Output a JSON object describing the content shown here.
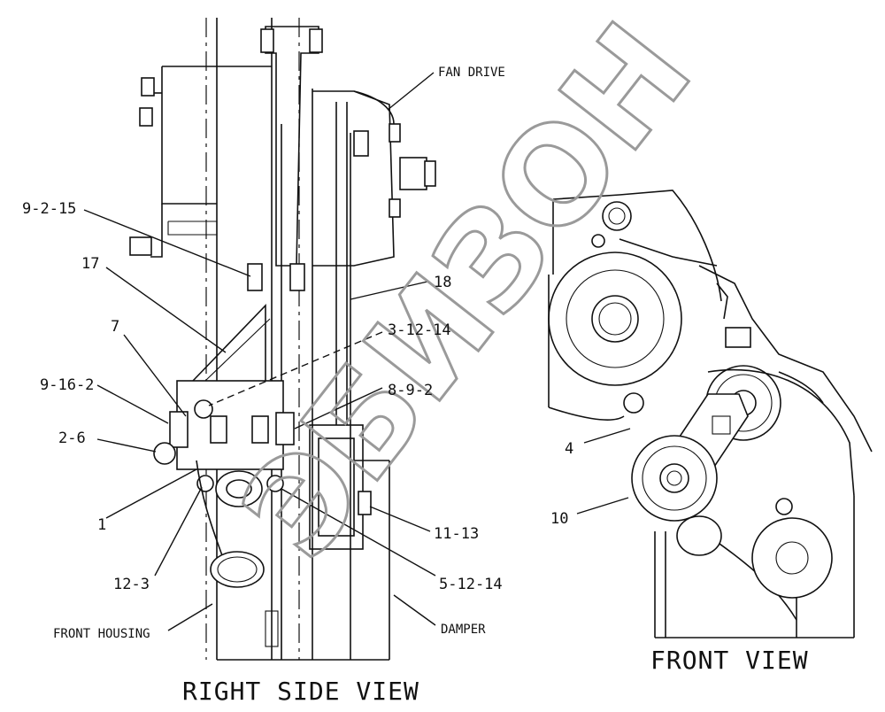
{
  "diagram": {
    "callouts": {
      "c_9_2_15": "9-2-15",
      "c_17": "17",
      "c_7": "7",
      "c_9_16_2": "9-16-2",
      "c_2_6": "2-6",
      "c_1": "1",
      "c_12_3": "12-3",
      "c_3_12_14": "3-12-14",
      "c_8_9_2": "8-9-2",
      "c_18": "18",
      "c_11_13": "11-13",
      "c_5_12_14": "5-12-14",
      "c_4": "4",
      "c_10": "10"
    },
    "captions": {
      "fan_drive": "FAN DRIVE",
      "front_housing": "FRONT HOUSING",
      "damper": "DAMPER"
    },
    "view_titles": {
      "right_side": "RIGHT SIDE VIEW",
      "front": "FRONT VIEW"
    },
    "watermark": "ЭБИЗОН"
  }
}
